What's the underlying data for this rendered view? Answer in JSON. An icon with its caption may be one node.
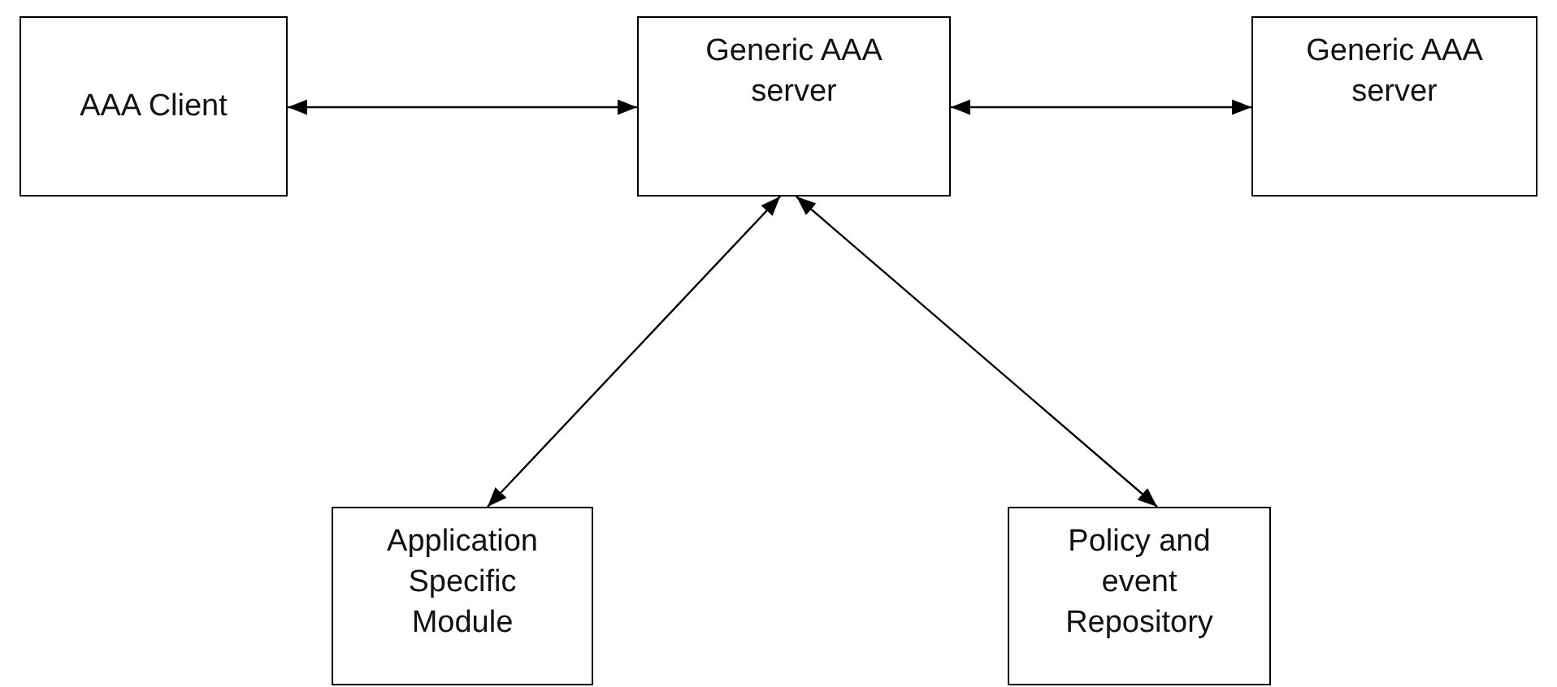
{
  "diagram": {
    "nodes": [
      {
        "text": [
          "AAA Client"
        ]
      },
      {
        "text": [
          "Generic AAA server"
        ]
      },
      {
        "text": [
          "Generic AAA server"
        ]
      },
      {
        "text": [
          "Application Specific Module"
        ]
      },
      {
        "text": [
          "Policy and event Repository"
        ]
      }
    ],
    "edges": [
      {
        "from": 0,
        "to": 1,
        "arrow": "both"
      },
      {
        "from": 1,
        "to": 2,
        "arrow": "both"
      },
      {
        "from": 1,
        "to": 3,
        "arrow": "both"
      },
      {
        "from": 1,
        "to": 4,
        "arrow": "both"
      }
    ]
  }
}
